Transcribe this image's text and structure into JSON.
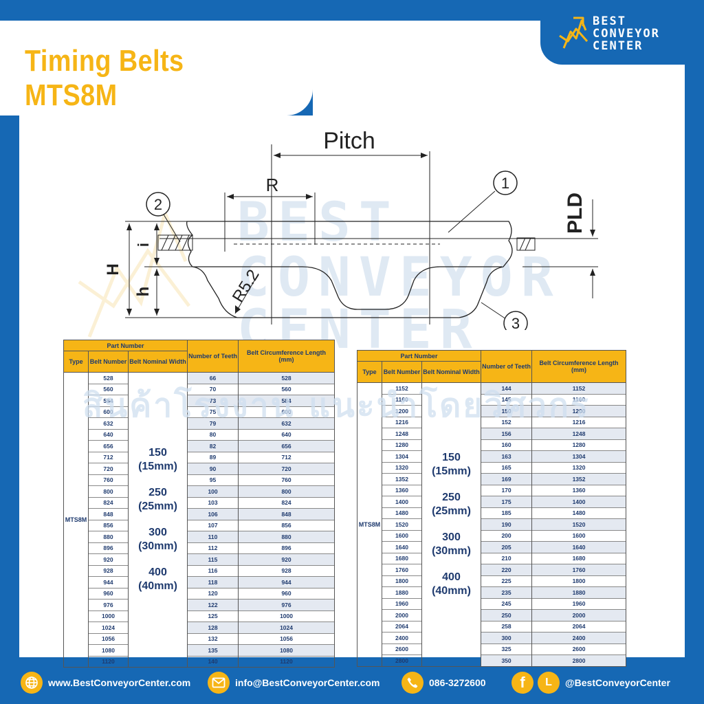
{
  "header": {
    "title": "Timing Belts MTS8M",
    "logo_line1": "BEST",
    "logo_line2": "CONVEYOR",
    "logo_line3": "CENTER"
  },
  "diagram": {
    "label_pitch": "Pitch",
    "label_r": "R",
    "label_pld": "PLD",
    "label_H": "H",
    "label_h": "h",
    "label_i": "i",
    "label_r52": "R5.2",
    "callout_1": "1",
    "callout_2": "2",
    "callout_3": "3"
  },
  "watermark": {
    "line1": "BEST",
    "line2": "CONVEYOR",
    "line3": "CENTER",
    "thai": "สินค้าโรงงาน แนะนำโดยวิศวกร"
  },
  "tables": {
    "headers": {
      "part_number": "Part Number",
      "type": "Type",
      "belt_number": "Belt Number",
      "nominal_width": "Belt Nominal Width",
      "teeth": "Number of Teeth",
      "circumference": "Belt Circumference Length (mm)"
    },
    "type_value": "MTS8M",
    "widths": [
      {
        "value": "150",
        "mm": "(15mm)"
      },
      {
        "value": "250",
        "mm": "(25mm)"
      },
      {
        "value": "300",
        "mm": "(30mm)"
      },
      {
        "value": "400",
        "mm": "(40mm)"
      }
    ],
    "left": [
      [
        "528",
        "66",
        "528"
      ],
      [
        "560",
        "70",
        "560"
      ],
      [
        "584",
        "73",
        "584"
      ],
      [
        "600",
        "75",
        "600"
      ],
      [
        "632",
        "79",
        "632"
      ],
      [
        "640",
        "80",
        "640"
      ],
      [
        "656",
        "82",
        "656"
      ],
      [
        "712",
        "89",
        "712"
      ],
      [
        "720",
        "90",
        "720"
      ],
      [
        "760",
        "95",
        "760"
      ],
      [
        "800",
        "100",
        "800"
      ],
      [
        "824",
        "103",
        "824"
      ],
      [
        "848",
        "106",
        "848"
      ],
      [
        "856",
        "107",
        "856"
      ],
      [
        "880",
        "110",
        "880"
      ],
      [
        "896",
        "112",
        "896"
      ],
      [
        "920",
        "115",
        "920"
      ],
      [
        "928",
        "116",
        "928"
      ],
      [
        "944",
        "118",
        "944"
      ],
      [
        "960",
        "120",
        "960"
      ],
      [
        "976",
        "122",
        "976"
      ],
      [
        "1000",
        "125",
        "1000"
      ],
      [
        "1024",
        "128",
        "1024"
      ],
      [
        "1056",
        "132",
        "1056"
      ],
      [
        "1080",
        "135",
        "1080"
      ],
      [
        "1120",
        "140",
        "1120"
      ]
    ],
    "right": [
      [
        "1152",
        "144",
        "1152"
      ],
      [
        "1160",
        "145",
        "1160"
      ],
      [
        "1200",
        "150",
        "1200"
      ],
      [
        "1216",
        "152",
        "1216"
      ],
      [
        "1248",
        "156",
        "1248"
      ],
      [
        "1280",
        "160",
        "1280"
      ],
      [
        "1304",
        "163",
        "1304"
      ],
      [
        "1320",
        "165",
        "1320"
      ],
      [
        "1352",
        "169",
        "1352"
      ],
      [
        "1360",
        "170",
        "1360"
      ],
      [
        "1400",
        "175",
        "1400"
      ],
      [
        "1480",
        "185",
        "1480"
      ],
      [
        "1520",
        "190",
        "1520"
      ],
      [
        "1600",
        "200",
        "1600"
      ],
      [
        "1640",
        "205",
        "1640"
      ],
      [
        "1680",
        "210",
        "1680"
      ],
      [
        "1760",
        "220",
        "1760"
      ],
      [
        "1800",
        "225",
        "1800"
      ],
      [
        "1880",
        "235",
        "1880"
      ],
      [
        "1960",
        "245",
        "1960"
      ],
      [
        "2000",
        "250",
        "2000"
      ],
      [
        "2064",
        "258",
        "2064"
      ],
      [
        "2400",
        "300",
        "2400"
      ],
      [
        "2600",
        "325",
        "2600"
      ],
      [
        "2800",
        "350",
        "2800"
      ]
    ]
  },
  "footer": {
    "website": "www.BestConveyorCenter.com",
    "email": "info@BestConveyorCenter.com",
    "phone": "086-3272600",
    "social": "@BestConveyorCenter",
    "icon_web": "globe-icon",
    "icon_mail": "mail-icon",
    "icon_phone": "phone-icon",
    "icon_fb": "facebook-icon",
    "icon_line": "line-icon"
  },
  "colors": {
    "brand_blue": "#1668b4",
    "accent_yellow": "#f6b516",
    "text_navy": "#1e3a6e"
  }
}
